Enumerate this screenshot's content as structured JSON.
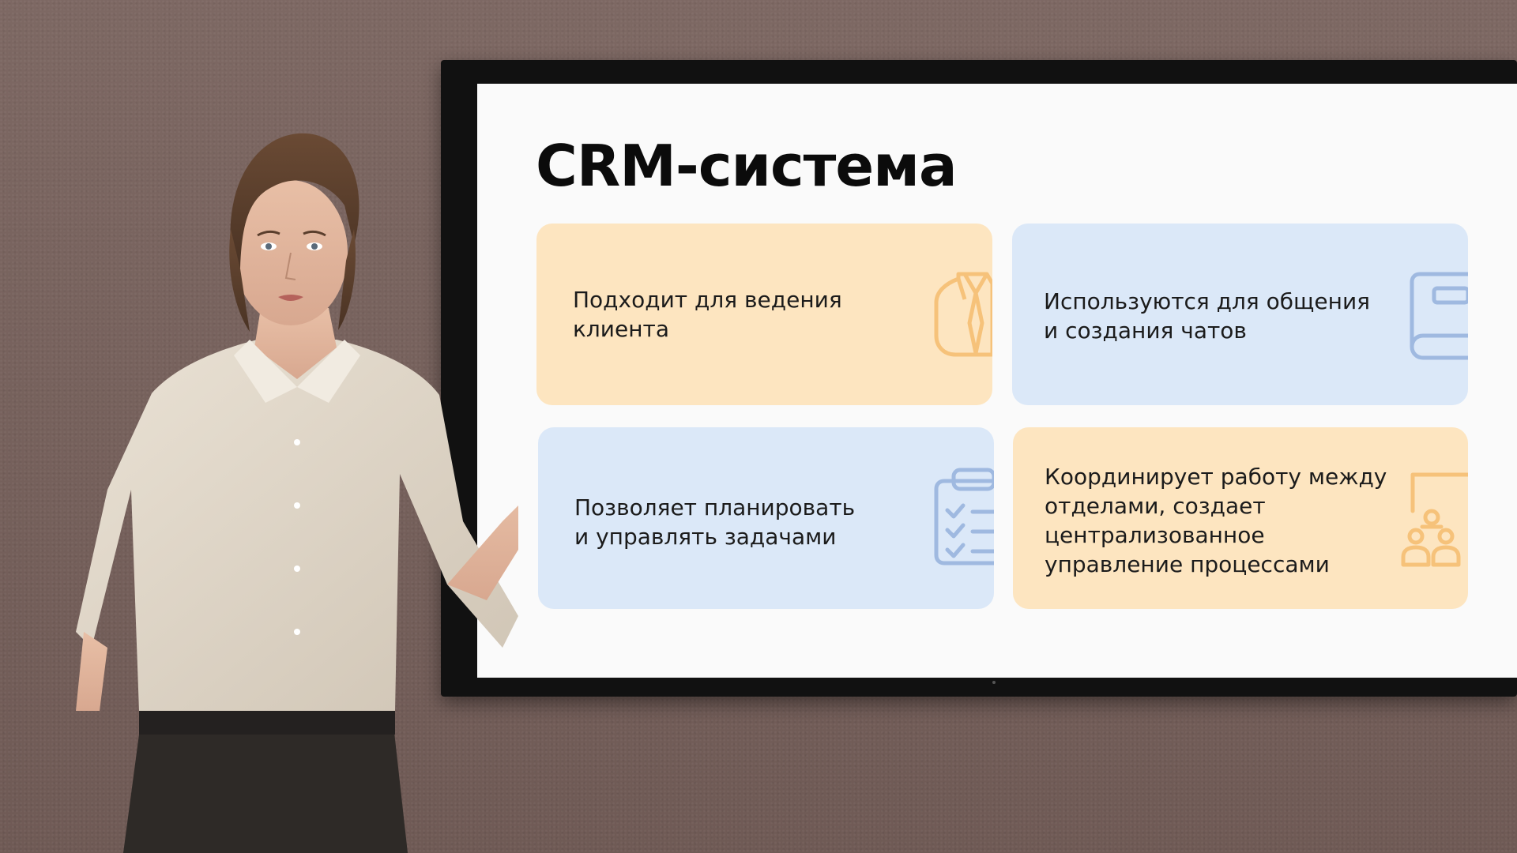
{
  "slide": {
    "title": "CRM-система",
    "cards": [
      {
        "text": "Подходит для ведения\nклиента",
        "icon": "shirt-tie-icon",
        "color": "#fde5c0"
      },
      {
        "text": "Используются для общения\nи создания чатов",
        "icon": "book-icon",
        "color": "#dbe8f8"
      },
      {
        "text": "Позволяет планировать\nи управлять задачами",
        "icon": "checklist-icon",
        "color": "#dbe8f8"
      },
      {
        "text": "Координирует работу между\nотделами, создает\nцентрализованное\nуправление процессами",
        "icon": "team-board-icon",
        "color": "#fde5c0"
      }
    ]
  },
  "colors": {
    "orange_card": "#fde5c0",
    "blue_card": "#dbe8f8",
    "orange_icon": "#f6c27a",
    "blue_icon": "#9fb9e0"
  }
}
